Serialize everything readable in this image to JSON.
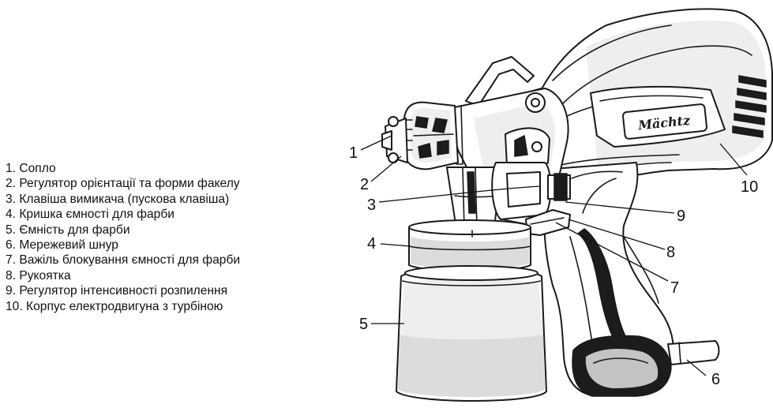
{
  "legend": [
    "1. Сопло",
    "2. Регулятор орієнтації та форми факелу",
    "3. Клавіша вимикача (пускова клавіша)",
    "4. Кришка ємності для фарби",
    "5. Ємність для фарби",
    "6. Мережевий шнур",
    "7. Важіль блокування ємності для фарби",
    "8. Рукоятка",
    "9. Регулятор інтенсивності розпилення",
    "10.  Корпус електродвигуна з турбіною"
  ],
  "callouts": [
    "1",
    "2",
    "3",
    "4",
    "5",
    "6",
    "7",
    "8",
    "9",
    "10"
  ],
  "brand_logo_text": "Mächtz"
}
